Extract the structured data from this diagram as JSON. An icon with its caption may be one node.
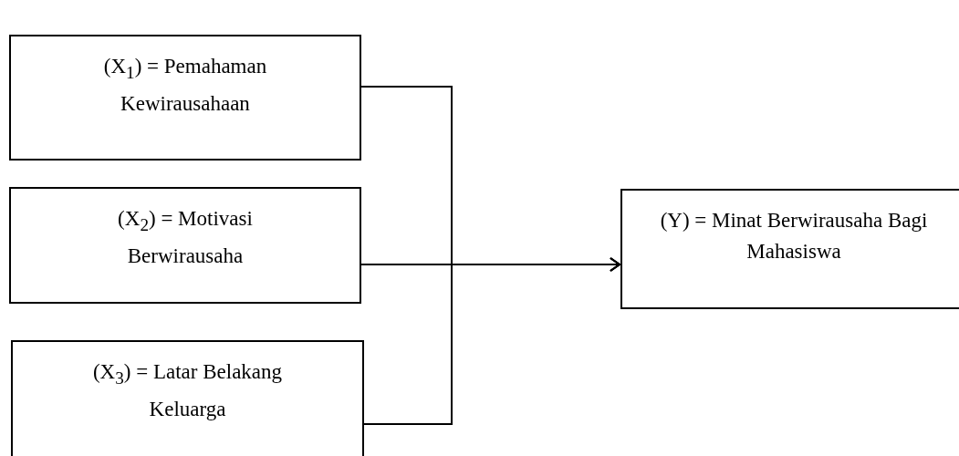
{
  "diagram": {
    "nodes": [
      {
        "text": [
          "(X$_{1}$) = Pemahaman Kewirausahaan"
        ]
      },
      {
        "text": [
          "(X$_{2}$) = Motivasi Berwirausaha"
        ]
      },
      {
        "text": [
          "(X$_{3}$) = Latar Belakang Keluarga"
        ]
      },
      {
        "text": [
          "(Y) = Minat Berwirausaha Bagi Mahasiswa"
        ]
      }
    ],
    "edges": [
      {
        "from": 0,
        "to": 3,
        "arrow": "to"
      },
      {
        "from": 1,
        "to": 3,
        "arrow": "to"
      },
      {
        "from": 2,
        "to": 3,
        "arrow": "to"
      }
    ]
  }
}
